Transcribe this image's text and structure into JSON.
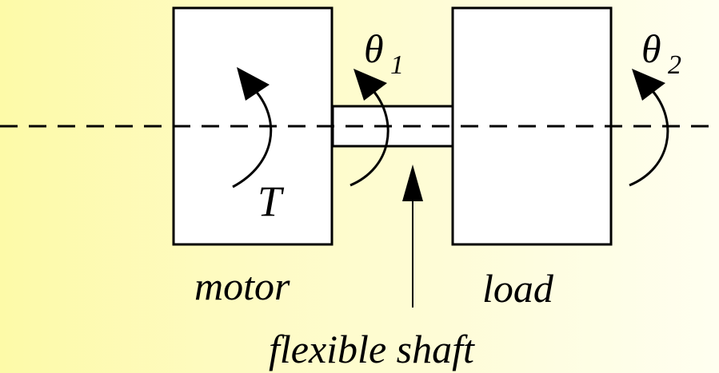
{
  "labels": {
    "torque": "T",
    "theta1_symbol": "θ",
    "theta1_subscript": "1",
    "theta2_symbol": "θ",
    "theta2_subscript": "2",
    "motor": "motor",
    "load": "load",
    "shaft": "flexible shaft"
  },
  "colors": {
    "ink": "#000000",
    "block_fill": "#ffffff"
  }
}
